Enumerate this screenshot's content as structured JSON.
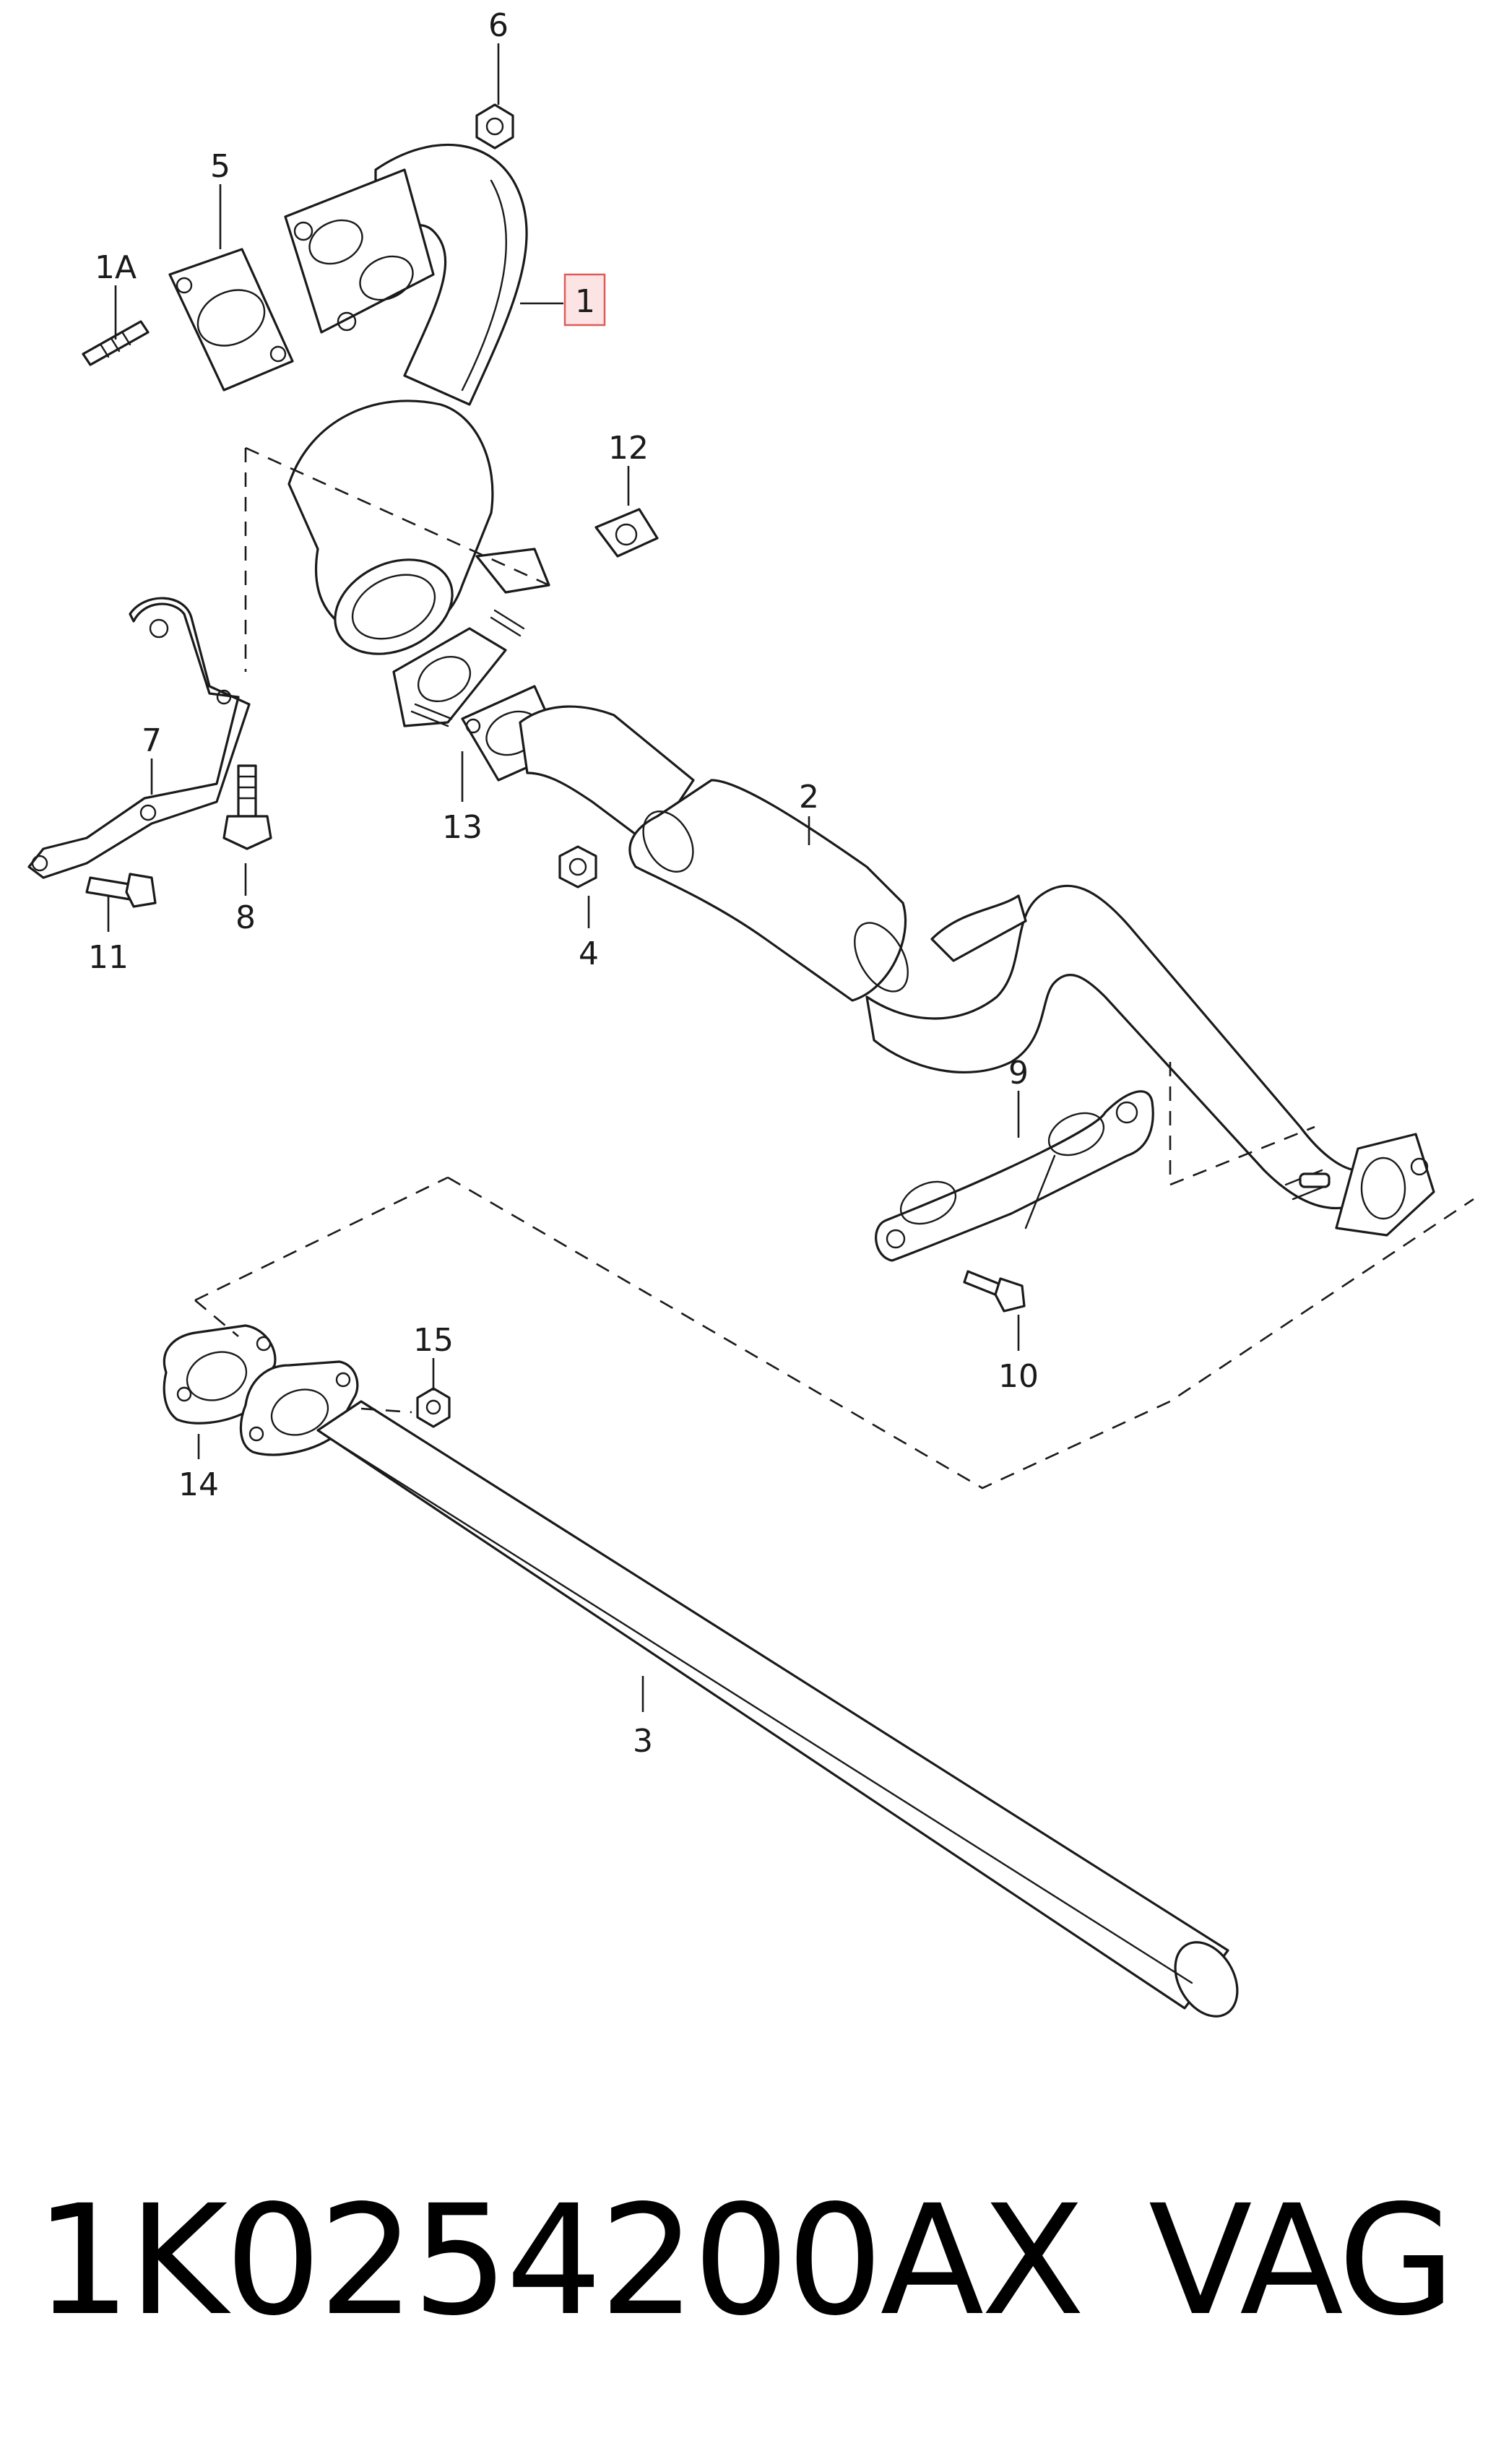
{
  "callouts": {
    "c1": "1",
    "c1a": "1A",
    "c2": "2",
    "c3": "3",
    "c4": "4",
    "c5": "5",
    "c6": "6",
    "c7": "7",
    "c8": "8",
    "c9": "9",
    "c10": "10",
    "c11": "11",
    "c12": "12",
    "c13": "13",
    "c14": "14",
    "c15": "15"
  },
  "highlight": {
    "callout": "1",
    "fill": "#fde4e4",
    "stroke": "#e05a5a"
  },
  "footer": {
    "part_number": "1K0254200AX",
    "brand": "VAG"
  }
}
